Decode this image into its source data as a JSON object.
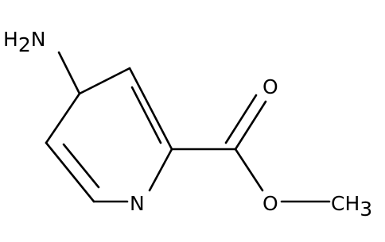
{
  "structure": {
    "atoms": {
      "amine_h": "H",
      "amine_h_count": "2",
      "amine_n": "N",
      "ring_n": "N",
      "carbonyl_o": "O",
      "ester_o": "O",
      "methyl": "CH",
      "methyl_h_count": "3"
    }
  }
}
